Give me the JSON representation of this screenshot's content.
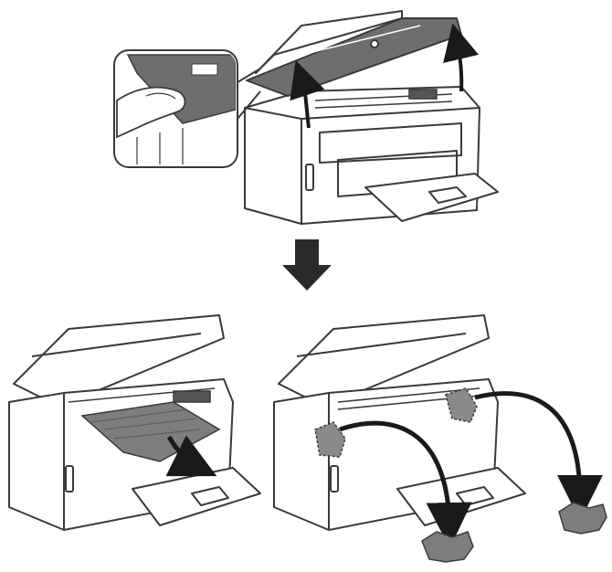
{
  "figure": {
    "steps": [
      {
        "id": "open-scanner",
        "label": ""
      },
      {
        "id": "remove-jammed-paper",
        "label": ""
      },
      {
        "id": "remove-torn-pieces",
        "label": ""
      }
    ]
  },
  "colors": {
    "line": "#3a3a3a",
    "paper": "#7d7d7d",
    "paper_dark": "#5e5e5e",
    "arrow": "#1a1a1a",
    "lid": "#6e6e6e",
    "background": "#ffffff"
  },
  "icons": [
    "curved-up-arrow-icon",
    "down-arrow-icon",
    "curved-out-arrow-icon",
    "hand-icon"
  ]
}
